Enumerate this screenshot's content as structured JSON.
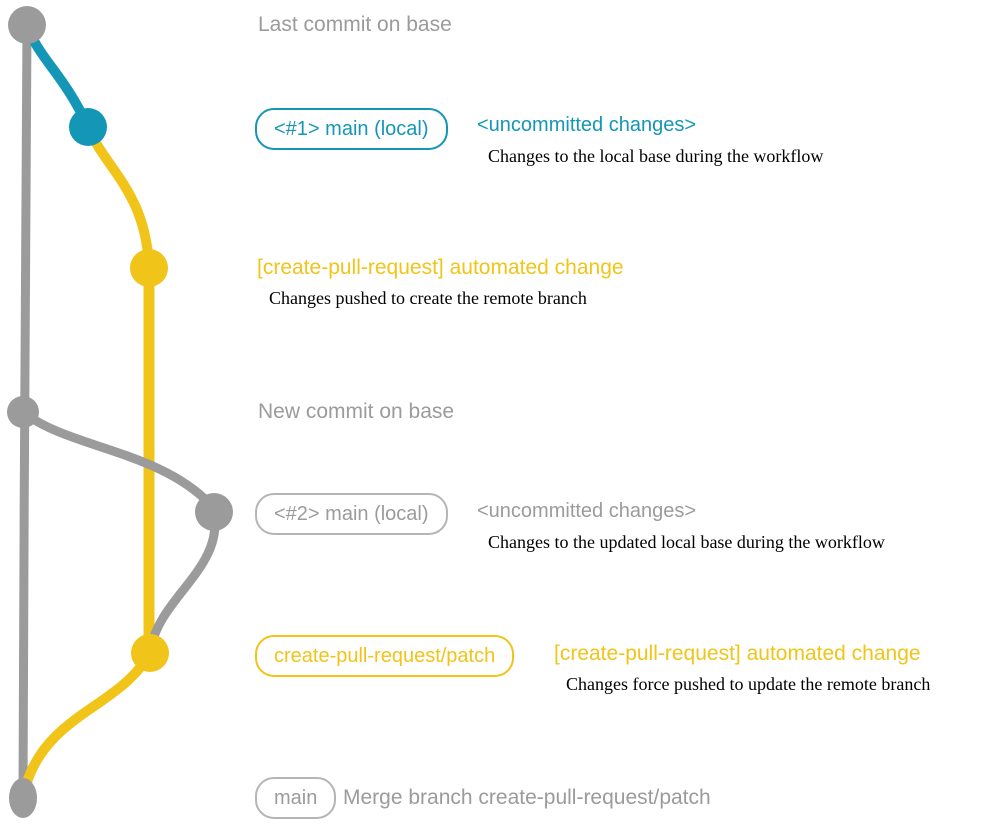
{
  "colors": {
    "teal": "#1496B6",
    "yellow": "#F0C419",
    "gray": "#9B9B9B"
  },
  "annotations": {
    "last_commit": "Last commit on base",
    "new_commit": "New commit on base",
    "merge_text": "Merge branch create-pull-request/patch"
  },
  "branch_labels": {
    "main_local_1": "<#1> main (local)",
    "main_local_2": "<#2> main (local)",
    "patch_branch": "create-pull-request/patch",
    "main": "main"
  },
  "events": {
    "uncommitted_1": {
      "title": "<uncommitted changes>",
      "caption": "Changes to the local base during the workflow"
    },
    "automated_1": {
      "title": "[create-pull-request] automated change",
      "caption": "Changes pushed to create the remote branch"
    },
    "uncommitted_2": {
      "title": "<uncommitted changes>",
      "caption": "Changes to the updated local base during the workflow"
    },
    "automated_2": {
      "title": "[create-pull-request] automated change",
      "caption": "Changes force pushed to update the remote branch"
    }
  },
  "graph": {
    "commits": [
      "last-commit-on-base",
      "uncommitted-changes-1",
      "automated-change-1",
      "new-commit-on-base",
      "uncommitted-changes-2",
      "automated-change-2",
      "merge-commit"
    ]
  }
}
